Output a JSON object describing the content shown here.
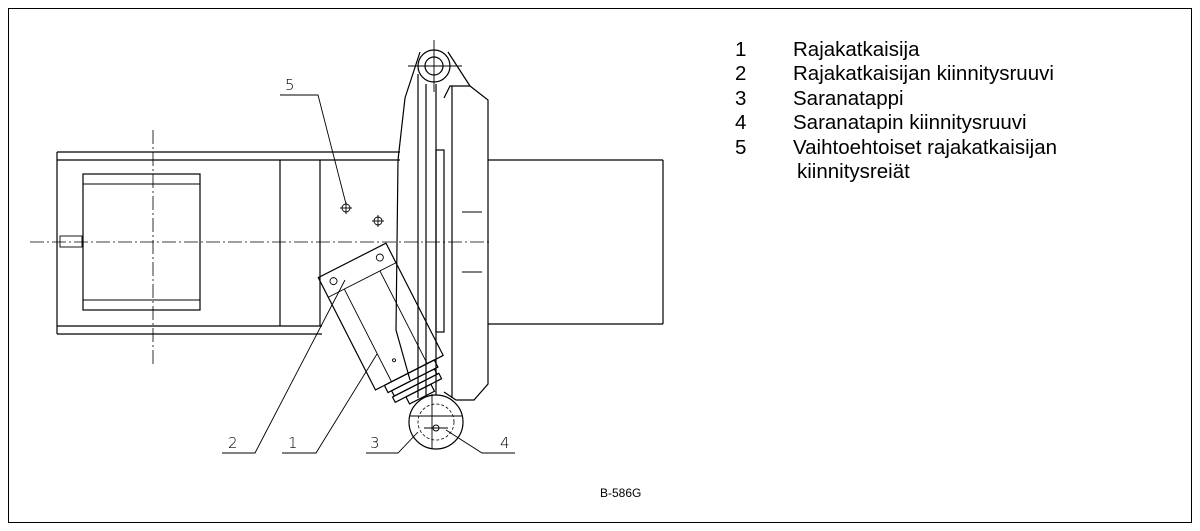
{
  "legend": {
    "items": [
      {
        "num": "1",
        "text": "Rajakatkaisija"
      },
      {
        "num": "2",
        "text": "Rajakatkaisijan kiinnitysruuvi"
      },
      {
        "num": "3",
        "text": "Saranatappi"
      },
      {
        "num": "4",
        "text": "Saranatapin kiinnitysruuvi"
      },
      {
        "num": "5",
        "text": "Vaihtoehtoiset rajakatkaisijan",
        "cont": "kiinnitysreiät"
      }
    ]
  },
  "drawing": {
    "code": "B-586G",
    "callouts": {
      "c1": "1",
      "c2": "2",
      "c3": "3",
      "c4": "4",
      "c5": "5"
    }
  }
}
